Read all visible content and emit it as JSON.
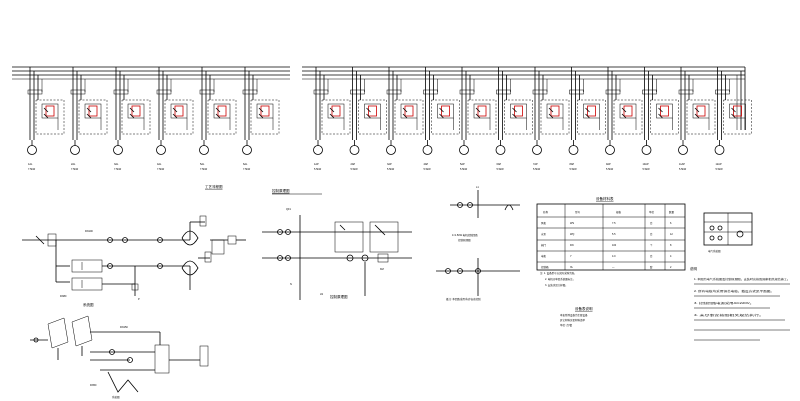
{
  "drawing": {
    "left_group": {
      "branch_count": 6,
      "labels": [
        "1AL",
        "2AL",
        "3AL",
        "4AL",
        "5AL",
        "6AL"
      ],
      "sublabels": [
        "7.5kW",
        "7.5kW",
        "7.5kW",
        "7.5kW",
        "7.5kW",
        "7.5kW"
      ]
    },
    "right_group": {
      "branch_count": 12,
      "labels": [
        "1AP",
        "2AP",
        "3AP",
        "4AP",
        "5AP",
        "6AP",
        "7AP",
        "8AP",
        "9AP",
        "10AP",
        "11AP",
        "12AP"
      ],
      "sublabels": [
        "5.5kW",
        "5.5kW",
        "5.5kW",
        "5.5kW",
        "5.5kW",
        "5.5kW",
        "5.5kW",
        "5.5kW",
        "5.5kW",
        "5.5kW",
        "5.5kW",
        "5.5kW"
      ]
    },
    "titles": {
      "piping_a": "工艺流程图",
      "piping_b": "系统图",
      "control_a": "控制原理图",
      "control_b": "控制原理图",
      "table": "设备材料表",
      "notes": "说明",
      "small_table": "电气系统图",
      "small_table_caption": "设备表说明"
    },
    "table": {
      "headers": [
        "名称",
        "型号",
        "规格",
        "单位",
        "数量"
      ],
      "rows": [
        [
          "风机",
          "WS",
          "7.5",
          "台",
          "6"
        ],
        [
          "水泵",
          "WQ",
          "5.5",
          "台",
          "12"
        ],
        [
          "阀门",
          "DN",
          "100",
          "个",
          "8"
        ],
        [
          "电机",
          "Y",
          "4.0",
          "台",
          "4"
        ],
        [
          "控制箱",
          "XL",
          "—",
          "套",
          "2"
        ]
      ]
    },
    "notes": [
      "1. 本图为电气系统图及控制原理图，安装时应按照国家相关规范施工。",
      "2. 所有电缆均采用铜芯电缆，敷设方式见平面图。",
      "3. 控制回路电源采用AC220V。",
      "4. 未尽事宜按照相关规范执行。"
    ]
  }
}
